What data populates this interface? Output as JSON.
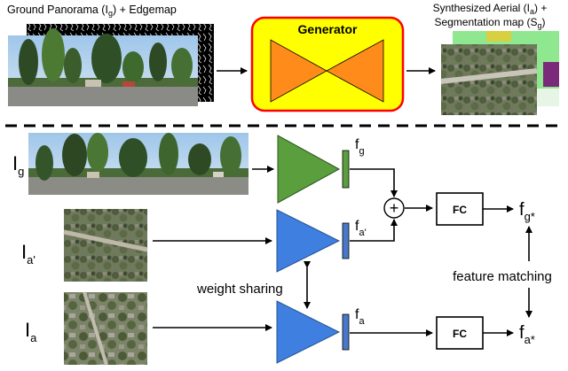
{
  "top": {
    "ground_label": {
      "main": "Ground Panorama (I",
      "sub": "g",
      "tail": ") + Edgemap"
    },
    "generator_label": "Generator",
    "synth_line1": {
      "main": "Synthesized Aerial (I",
      "sub": "a",
      "tail": ") +"
    },
    "synth_line2": {
      "main": "Segmentation map (S",
      "sub": "g",
      "tail": ")"
    }
  },
  "bottom": {
    "rows": [
      {
        "symbol": "I",
        "sub": "g"
      },
      {
        "symbol": "I",
        "sub": "a'"
      },
      {
        "symbol": "I",
        "sub": "a"
      }
    ],
    "features": [
      {
        "symbol": "f",
        "sub": "g"
      },
      {
        "symbol": "f",
        "sub": "a'"
      },
      {
        "symbol": "f",
        "sub": "a"
      }
    ],
    "fc_label": "FC",
    "outputs": [
      {
        "symbol": "f",
        "sub": "g*"
      },
      {
        "symbol": "f",
        "sub": "a*"
      }
    ],
    "plus_symbol": "+",
    "weight_sharing": "weight sharing",
    "feature_matching": "feature matching"
  },
  "colors": {
    "generator_fill": "#ffff00",
    "generator_border": "#ff0000",
    "bowtie": "#ff8c1a",
    "ground_encoder": "#5a9e3e",
    "aerial_encoder": "#3f7fe0",
    "feature_bar_green": "#5a9e3e",
    "feature_bar_blue": "#4a78c8"
  }
}
